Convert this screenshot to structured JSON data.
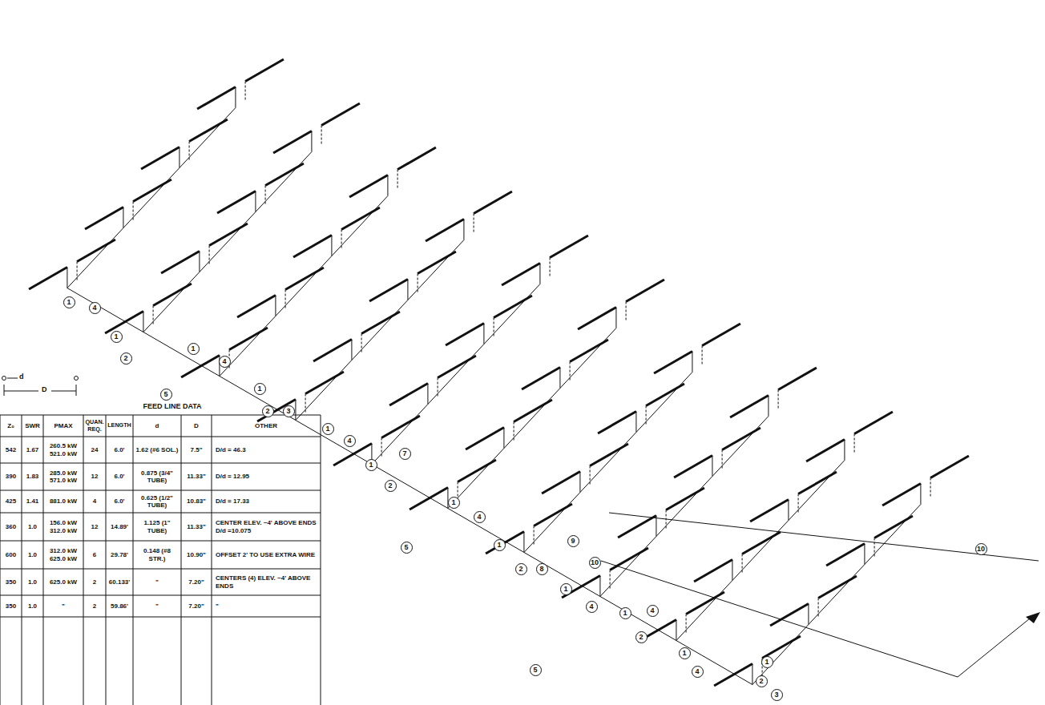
{
  "diagram": {
    "labels": [
      "1",
      "4",
      "1",
      "2",
      "1",
      "4",
      "1",
      "5",
      "2",
      "3",
      "1",
      "4",
      "1",
      "7",
      "2",
      "1",
      "4",
      "1",
      "5",
      "2",
      "8",
      "9",
      "10",
      "1",
      "4",
      "1",
      "4",
      "2",
      "1",
      "4",
      "5",
      "1",
      "2",
      "3",
      "10",
      "d",
      "D",
      "FEED LINE DATA",
      "Z₀",
      "SWR",
      "PMAX",
      "QUAN. REQ.",
      "LENGTH",
      "d",
      "D",
      "OTHER",
      "542",
      "1.67",
      "260.5 kW 521.0 kW",
      "24",
      "6.0'",
      "1.62 (#6 SOL.)",
      "7.5\"",
      "D/d = 46.3",
      "390",
      "1.83",
      "285.0 kW 571.0 kW",
      "12",
      "6.0'",
      "0.875 (3/4\" TUBE)",
      "11.33\"",
      "D/d = 12.95",
      "425",
      "1.41",
      "881.0 kW",
      "4",
      "6.0'",
      "0.625 (1/2\" TUBE)",
      "10.83\"",
      "D/d = 17.33",
      "360",
      "1.0",
      "156.0 kW 312.0 kW",
      "12",
      "14.89'",
      "1.125 (1\" TUBE)",
      "11.33\"",
      "CENTER ELEV. ~4' ABOVE ENDS D/d =10.075",
      "600",
      "1.0",
      "312.0 kW 625.0 kW",
      "6",
      "29.78'",
      "0.148 (#8 STR.)",
      "10.90\"",
      "OFFSET 2' TO USE EXTRA WIRE",
      "350",
      "1.0",
      "625.0 kW",
      "2",
      "60.133'",
      "\"",
      "7.20\"",
      "CENTERS (4) ELEV. ~4' ABOVE ENDS",
      "350",
      "1.0",
      "\"",
      "2",
      "59.86'",
      "\"",
      "7.20\"",
      "\""
    ]
  }
}
